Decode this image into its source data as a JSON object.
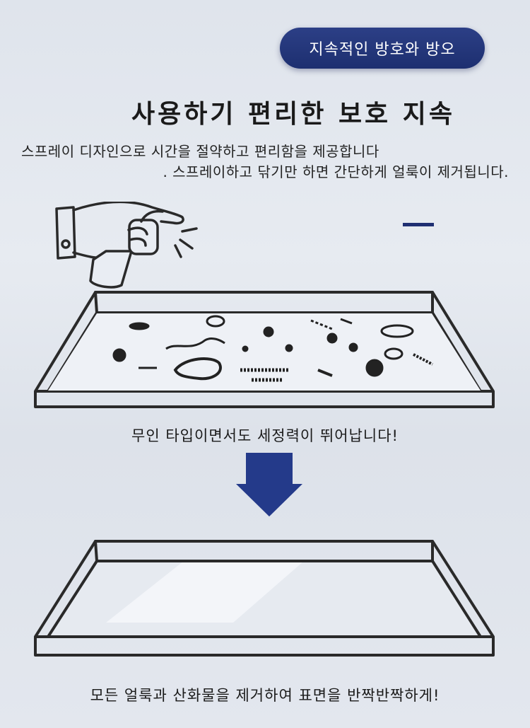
{
  "badge": {
    "label": "지속적인 방호와 방오"
  },
  "title": "사용하기 편리한 보호 지속",
  "description": {
    "line1": "스프레이 디자인으로 시간을 절약하고 편리함을 제공합니다",
    "line2": ". 스프레이하고 닦기만 하면 간단하게 얼룩이 제거됩니다."
  },
  "caption_before": "무인 타입이면서도 세정력이 뛰어납니다!",
  "caption_after": "모든 얼룩과 산화물을 제거하여 표면을 반짝반짝하게!",
  "colors": {
    "accent": "#1f2f72",
    "arrow": "#243a8a",
    "outline": "#2a2a2a"
  },
  "icons": [
    "spray-hand-icon",
    "bacteria-icon",
    "down-arrow-icon"
  ]
}
